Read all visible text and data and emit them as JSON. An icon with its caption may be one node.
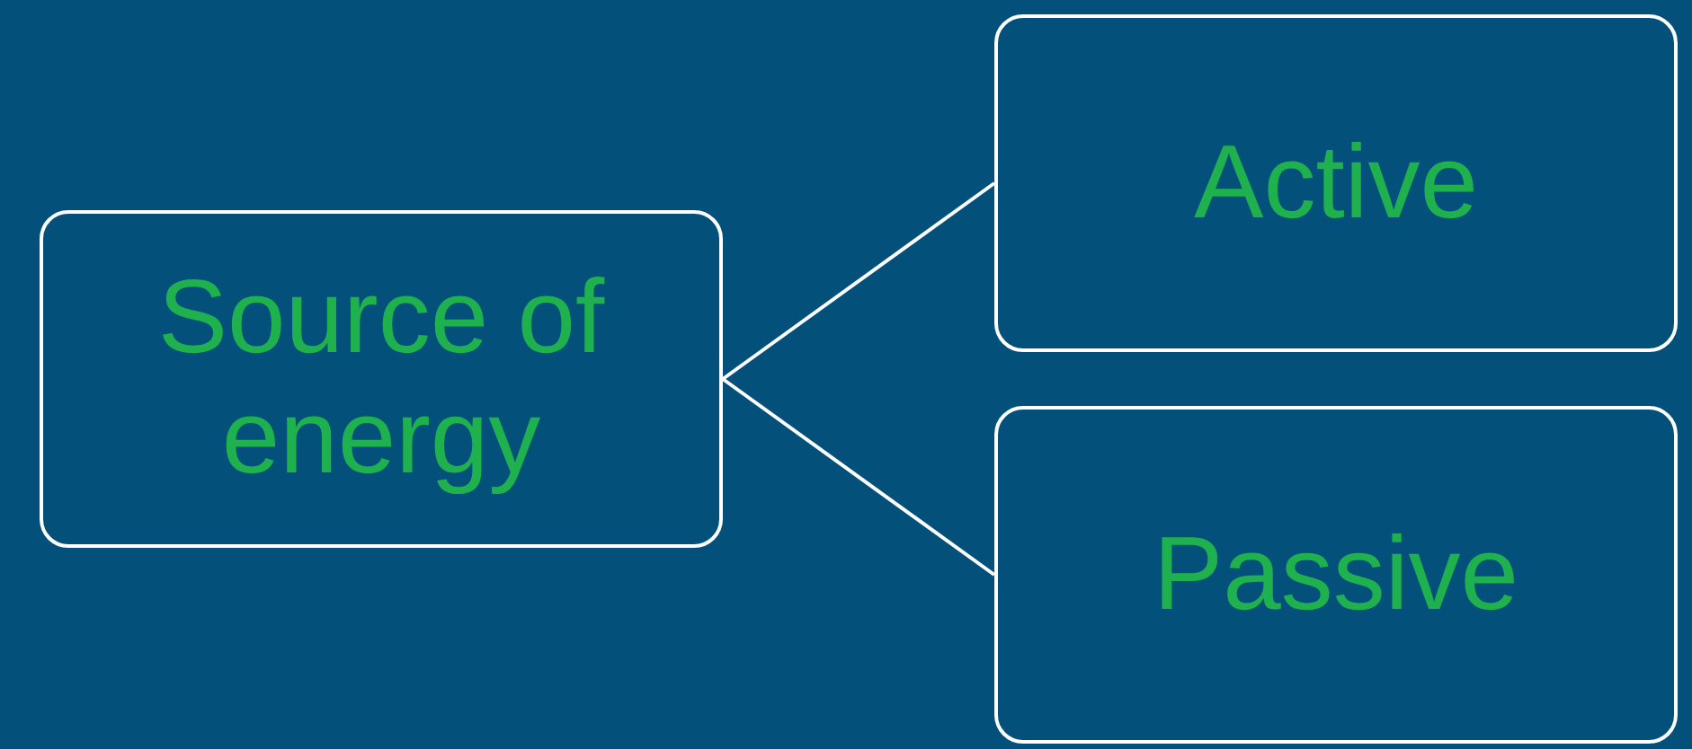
{
  "diagram": {
    "nodes": [
      {
        "text": [
          "Source of energy"
        ]
      },
      {
        "text": [
          "Active"
        ]
      },
      {
        "text": [
          "Passive"
        ]
      }
    ],
    "edges": [
      {
        "from": 0,
        "to": 1,
        "arrow": "none"
      },
      {
        "from": 0,
        "to": 2,
        "arrow": "none"
      }
    ]
  }
}
